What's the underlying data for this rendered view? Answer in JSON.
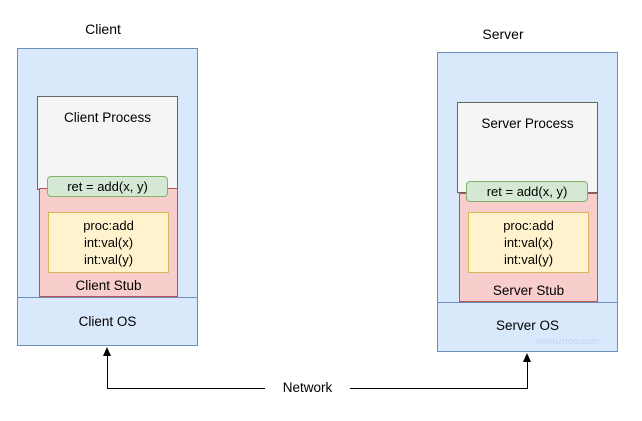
{
  "diagram": {
    "type": "rpc-architecture",
    "client": {
      "title": "Client",
      "process_label": "Client Process",
      "call_label": "ret = add(x, y)",
      "stub_fields": [
        "proc:add",
        "int:val(x)",
        "int:val(y)"
      ],
      "stub_label": "Client Stub",
      "os_label": "Client OS"
    },
    "server": {
      "title": "Server",
      "process_label": "Server Process",
      "call_label": "ret = add(x, y)",
      "stub_fields": [
        "proc:add",
        "int:val(x)",
        "int:val(y)"
      ],
      "stub_label": "Server Stub",
      "os_label": "Server OS"
    },
    "network_label": "Network",
    "watermark": "liwenzhou.com",
    "colors": {
      "machine_fill": "#dae8fc",
      "machine_stroke": "#6c8ebf",
      "process_fill": "#f5f5f5",
      "process_stroke": "#666666",
      "stub_fill": "#f8cecc",
      "stub_stroke": "#b85450",
      "call_fill": "#d5e8d4",
      "call_stroke": "#82b366",
      "params_fill": "#fff2cc",
      "params_stroke": "#d6b656",
      "connector": "#000000",
      "background": "#ffffff"
    }
  }
}
